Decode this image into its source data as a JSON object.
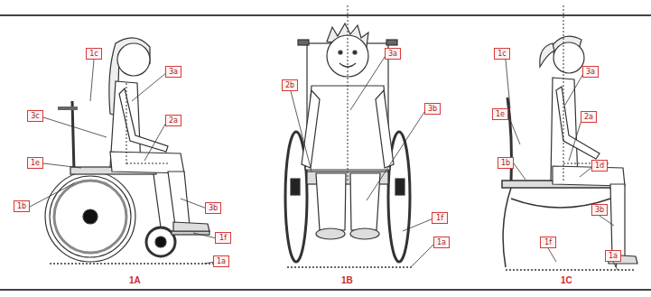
{
  "diagram": {
    "nodes": [
      {
        "text": [
          "1c"
        ]
      },
      {
        "text": [
          "3a"
        ]
      },
      {
        "text": [
          "3c"
        ]
      },
      {
        "text": [
          "2a"
        ]
      },
      {
        "text": [
          "1e"
        ]
      },
      {
        "text": [
          "1b"
        ]
      },
      {
        "text": [
          "3b"
        ]
      },
      {
        "text": [
          "1f"
        ]
      },
      {
        "text": [
          "1a"
        ]
      },
      {
        "text": [
          "3a"
        ]
      },
      {
        "text": [
          "2b"
        ]
      },
      {
        "text": [
          "3b"
        ]
      },
      {
        "text": [
          "1f"
        ]
      },
      {
        "text": [
          "1a"
        ]
      },
      {
        "text": [
          "1c"
        ]
      },
      {
        "text": [
          "3a"
        ]
      },
      {
        "text": [
          "1e"
        ]
      },
      {
        "text": [
          "2a"
        ]
      },
      {
        "text": [
          "1b"
        ]
      },
      {
        "text": [
          "1d"
        ]
      },
      {
        "text": [
          "3b"
        ]
      },
      {
        "text": [
          "1f"
        ]
      },
      {
        "text": [
          "1a"
        ]
      }
    ],
    "labels": [
      "1A",
      "1B",
      "1C"
    ]
  }
}
